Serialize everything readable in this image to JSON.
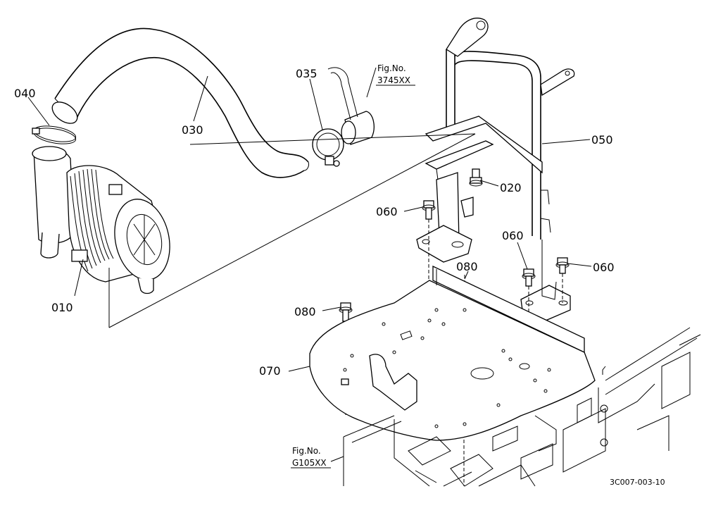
{
  "parts": {
    "p040": "040",
    "p030": "030",
    "p035": "035",
    "p010": "010",
    "p050": "050",
    "p020": "020",
    "p060a": "060",
    "p060b": "060",
    "p060c": "060",
    "p080a": "080",
    "p080b": "080",
    "p070": "070"
  },
  "figure_refs": {
    "top": {
      "line1": "Fig.No.",
      "line2": "3745XX"
    },
    "bottom": {
      "line1": "Fig.No.",
      "line2": "G105XX"
    }
  },
  "drawing_code": "3C007-003-10"
}
